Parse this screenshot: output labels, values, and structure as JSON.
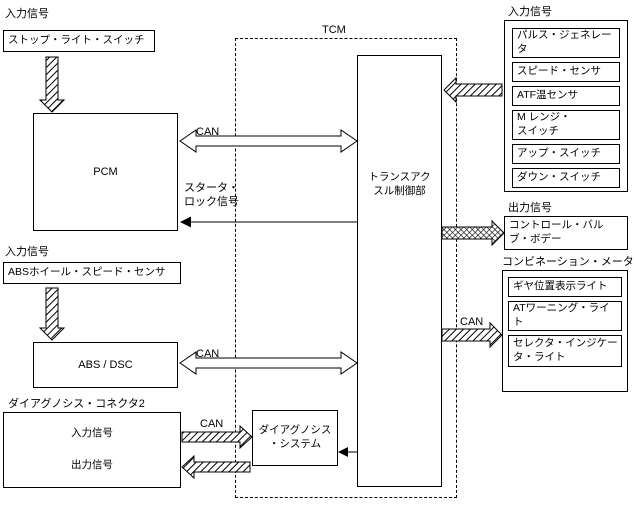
{
  "labels": {
    "can": "CAN",
    "input_signal": "入力信号",
    "output_signal": "出力信号",
    "tcm": "TCM"
  },
  "left": {
    "stop_light_switch": "ストップ・ライト・スイッチ",
    "pcm": "PCM",
    "starter_lock_signal": "スタータ・\nロック信号",
    "abs_wheel_speed_sensor": "ABSホイール・スピード・センサ",
    "abs_dsc": "ABS / DSC",
    "diag_connector_title": "ダイアグノシス・コネクタ2"
  },
  "tcm": {
    "transaxle_control": "トランスアク\nスル制御部",
    "diagnosis_system": "ダイアグノシス\n・システム"
  },
  "right": {
    "inputs": [
      "パルス・ジェネレー\nタ",
      "スピード・センサ",
      "ATF温センサ",
      "M レンジ・\nスイッチ",
      "アップ・スイッチ",
      "ダウン・スイッチ"
    ],
    "output": "コントロール・バル\nブ・ボデー",
    "combination_meter_title": "コンビネーション・メータ",
    "combo_items": [
      "ギヤ位置表示ライト",
      "ATワーニング・ライ\nト",
      "セレクタ・インジケー\nタ・ライト"
    ]
  }
}
